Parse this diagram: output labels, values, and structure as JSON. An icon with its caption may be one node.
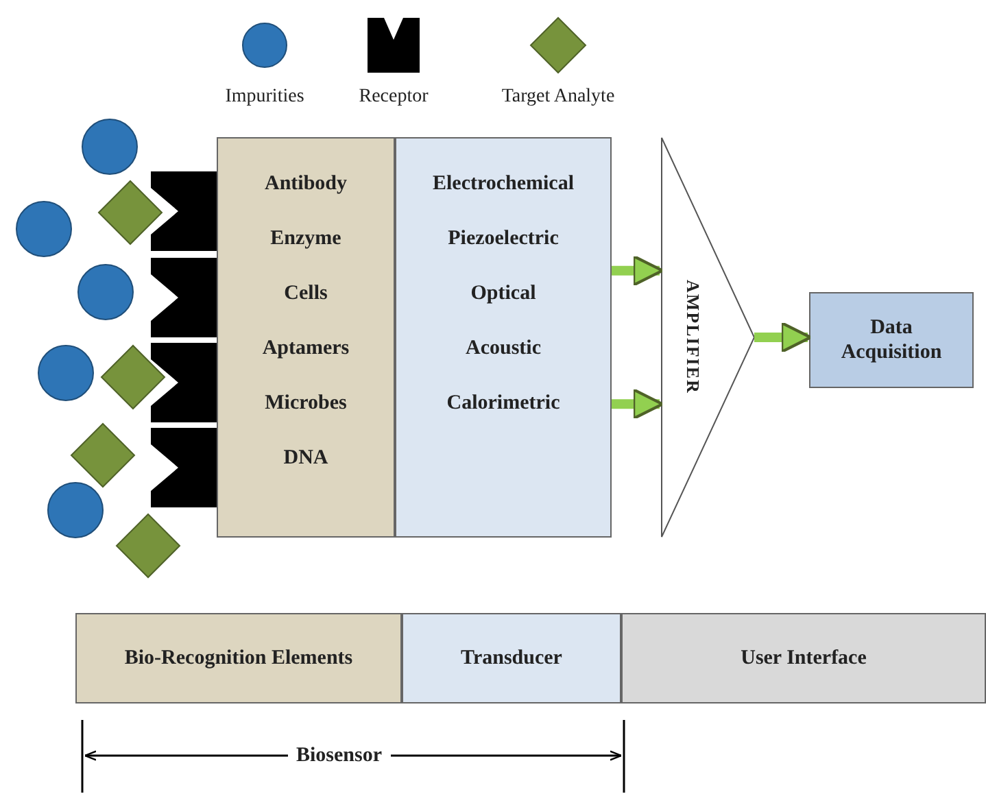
{
  "diagram": {
    "nodes": [
      {
        "text": [
          "Antibody",
          "Enzyme",
          "Cells",
          "Aptamers",
          "Microbes",
          "DNA"
        ]
      },
      {
        "text": [
          "Electrochemical",
          "Piezoelectric",
          "Optical",
          "Acoustic",
          "Calorimetric"
        ]
      },
      {
        "text": [
          "AMPLIFIER"
        ]
      },
      {
        "text": [
          "Data Acquisition"
        ]
      },
      {
        "text": [
          "Bio-Recognition Elements"
        ]
      },
      {
        "text": [
          "Transducer"
        ]
      },
      {
        "text": [
          "User Interface"
        ]
      }
    ],
    "edges": [
      {
        "from": 1,
        "to": 2,
        "arrow": "to"
      },
      {
        "from": 1,
        "to": 2,
        "arrow": "to"
      },
      {
        "from": 2,
        "to": 3,
        "arrow": "to"
      }
    ],
    "labels": [
      "Biosensor"
    ],
    "legend": [
      {
        "text": "Impurities"
      },
      {
        "text": "Receptor"
      },
      {
        "text": "Target Analyte"
      }
    ]
  }
}
